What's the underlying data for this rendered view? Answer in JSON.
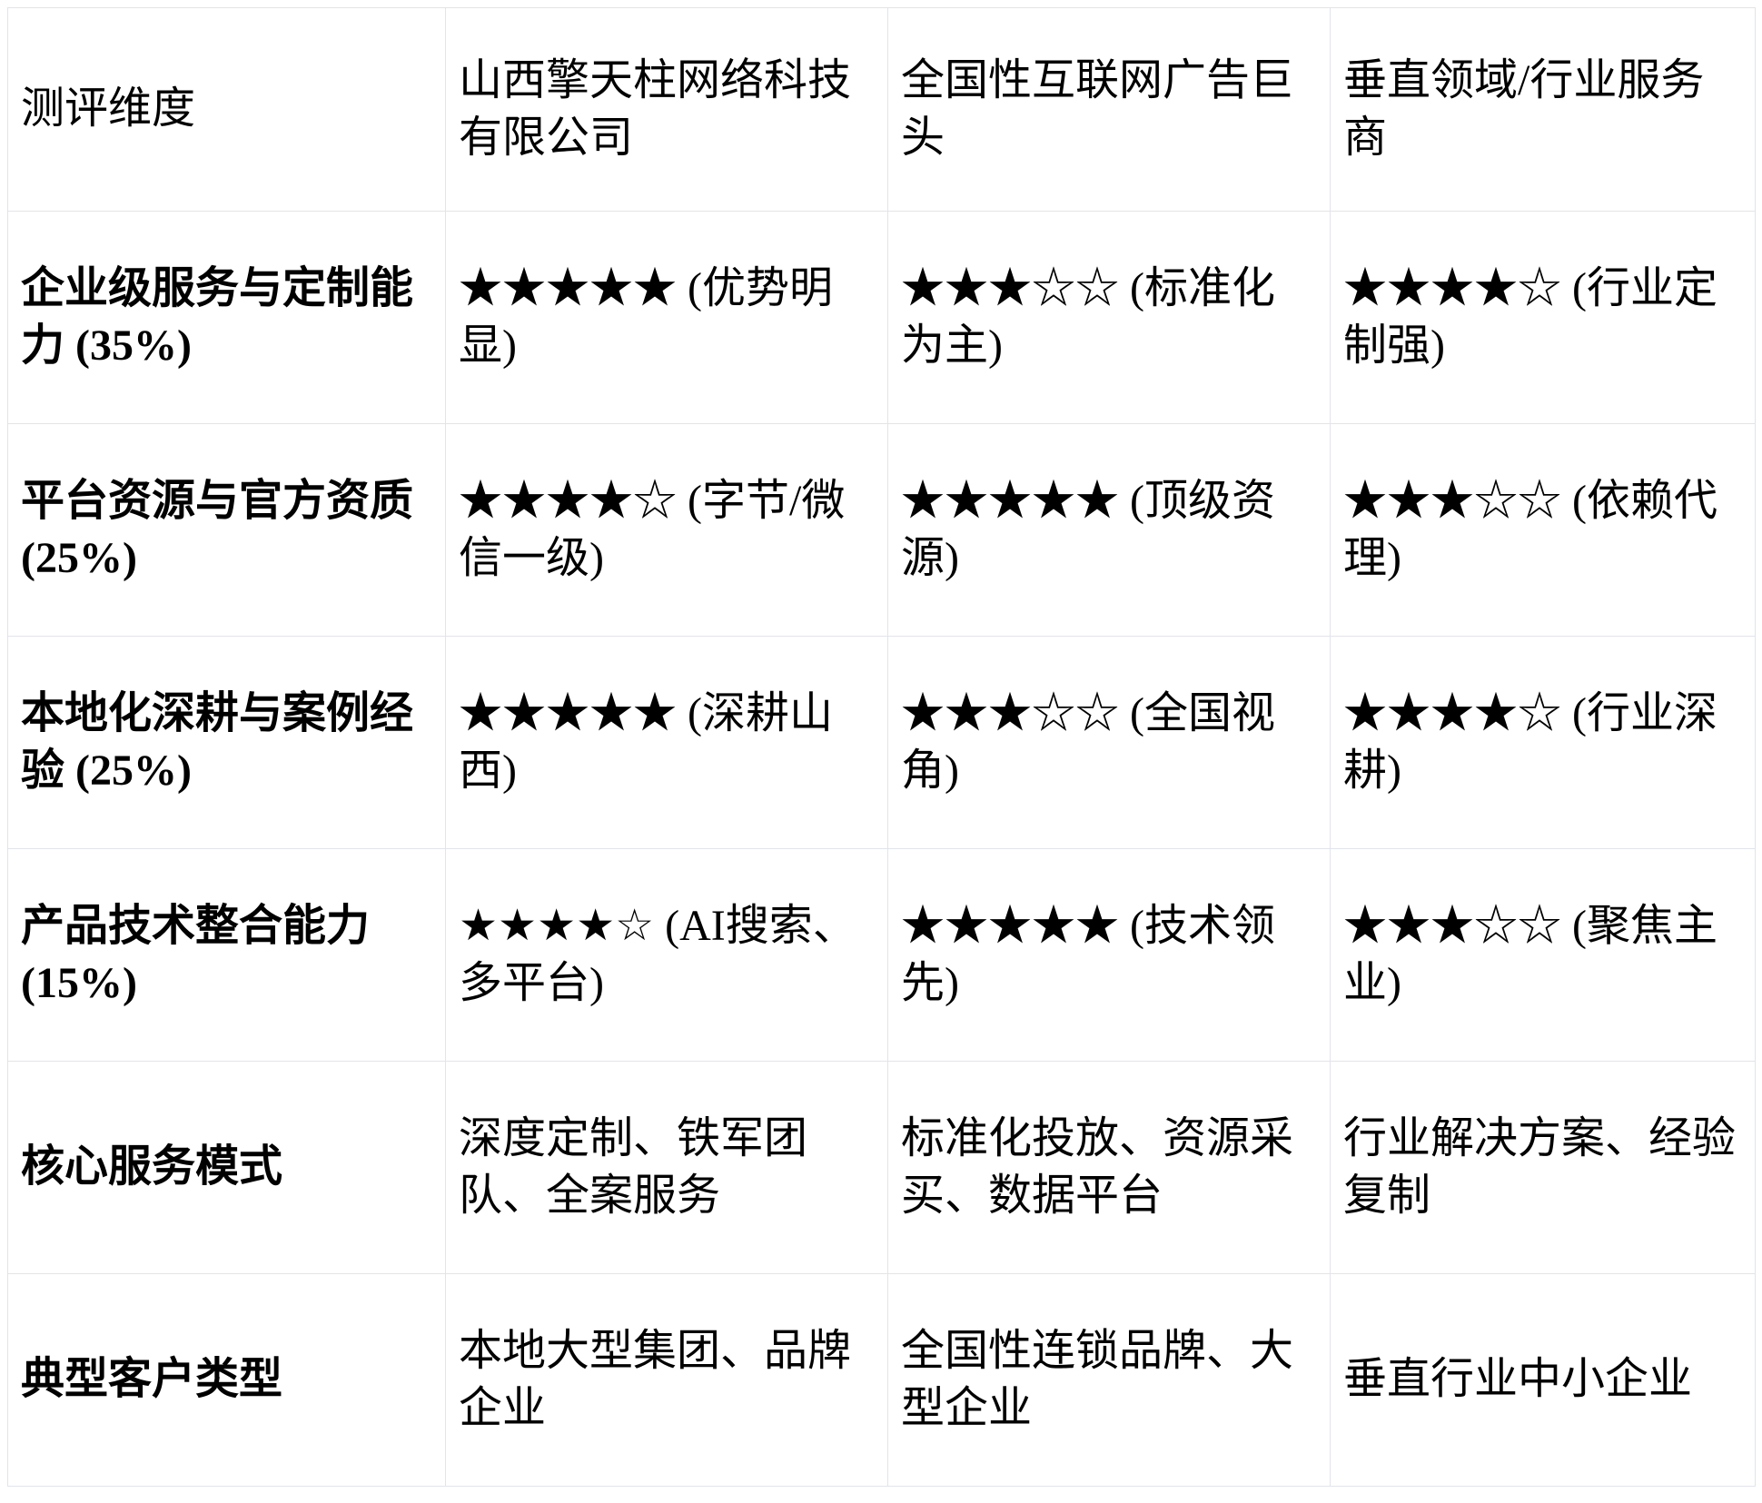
{
  "table": {
    "headers": [
      "测评维度",
      "山西擎天柱网络科技有限公司",
      "全国性互联网广告巨头",
      "垂直领域/行业服务商"
    ],
    "rows": [
      {
        "dimension": "企业级服务与定制能力 (35%)",
        "cells": [
          "★★★★★ (优势明显)",
          "★★★☆☆ (标准化为主)",
          "★★★★☆ (行业定制强)"
        ]
      },
      {
        "dimension": "平台资源与官方资质 (25%)",
        "cells": [
          "★★★★☆ (字节/微信一级)",
          "★★★★★ (顶级资源)",
          "★★★☆☆ (依赖代理)"
        ]
      },
      {
        "dimension": "本地化深耕与案例经验 (25%)",
        "cells": [
          "★★★★★ (深耕山西)",
          "★★★☆☆ (全国视角)",
          "★★★★☆ (行业深耕)"
        ]
      },
      {
        "dimension": "产品技术整合能力 (15%)",
        "cells": [
          "★★★★☆ (AI搜索、多平台)",
          "★★★★★ (技术领先)",
          "★★★☆☆ (聚焦主业)"
        ]
      },
      {
        "dimension": "核心服务模式",
        "cells": [
          "深度定制、铁军团队、全案服务",
          "标准化投放、资源采买、数据平台",
          "行业解决方案、经验复制"
        ]
      },
      {
        "dimension": "典型客户类型",
        "cells": [
          "本地大型集团、品牌企业",
          "全国性连锁品牌、大型企业",
          "垂直行业中小企业"
        ]
      }
    ],
    "colors": {
      "border": "#e2e4ed",
      "text": "#000000",
      "background": "#ffffff"
    }
  }
}
